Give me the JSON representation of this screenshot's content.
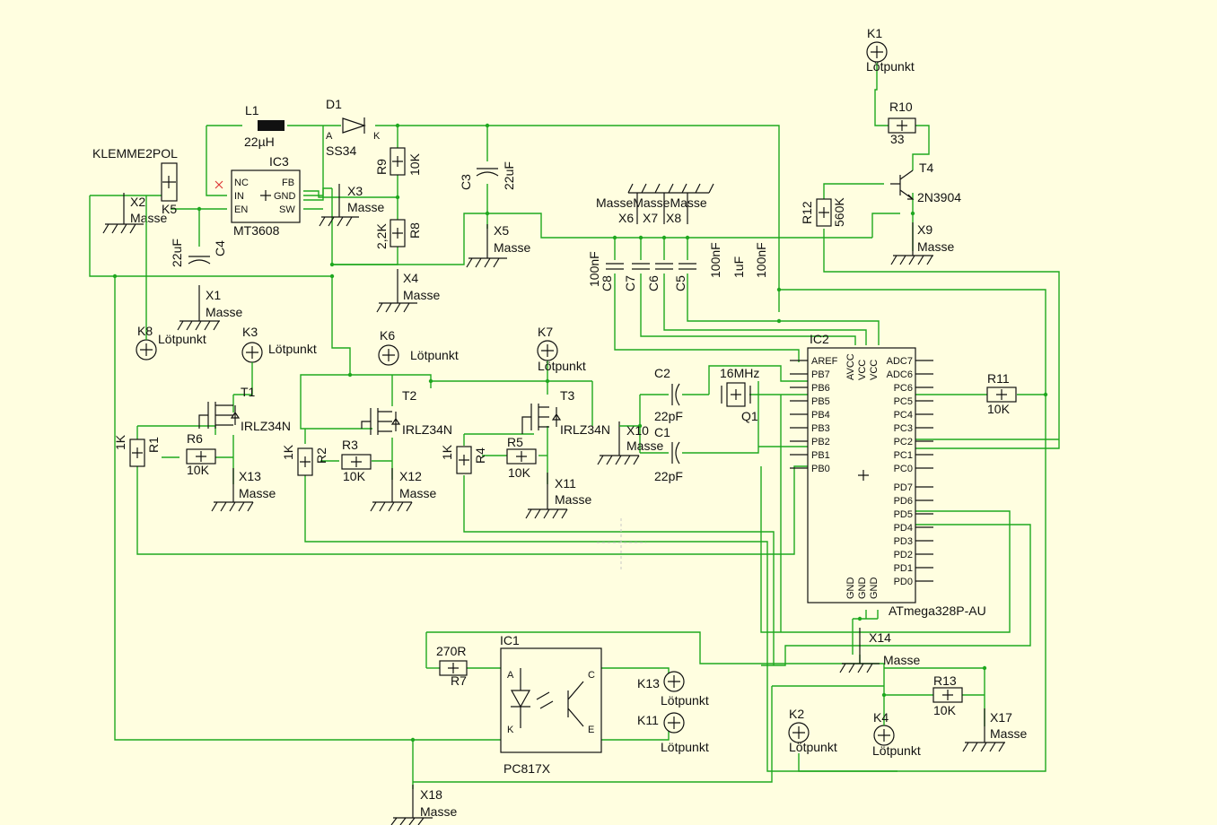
{
  "schematic": {
    "background": "#fffee0",
    "wire_color": "#1fa81f",
    "labels": {
      "klemme": "KLEMME2POL",
      "k5": "K5",
      "l1": "L1",
      "l1_val": "22µH",
      "d1": "D1",
      "d1_val": "SS34",
      "d1_a": "A",
      "d1_k": "K",
      "ic3": "IC3",
      "ic3_val": "MT3608",
      "ic3_nc": "NC",
      "ic3_in": "IN",
      "ic3_en": "EN",
      "ic3_fb": "FB",
      "ic3_gnd": "GND",
      "ic3_sw": "SW",
      "r9": "R9",
      "r9_val": "10K",
      "r8": "R8",
      "r8_val": "2,2K",
      "c3": "C3",
      "c3_val": "22uF",
      "c4": "C4",
      "c4_val": "22uF",
      "x1": "X1",
      "x2": "X2",
      "x3": "X3",
      "x4": "X4",
      "x5": "X5",
      "x6": "X6",
      "x7": "X7",
      "x8": "X8",
      "x9": "X9",
      "x10": "X10",
      "x11": "X11",
      "x12": "X12",
      "x13": "X13",
      "x14": "X14",
      "x17": "X17",
      "x18": "X18",
      "masse": "Masse",
      "masse3": "MasseMasseMasse",
      "c8": "C8",
      "c7": "C7",
      "c6": "C6",
      "c5": "C5",
      "c8_val": "100nF",
      "c7_val": "100nF",
      "c6_val": "1uF",
      "c5_val": "100nF",
      "k1": "K1",
      "k2": "K2",
      "k3": "K3",
      "k4": "K4",
      "k6": "K6",
      "k7": "K7",
      "k8": "K8",
      "k11": "K11",
      "k13": "K13",
      "lotpunkt": "Lötpunkt",
      "r10": "R10",
      "r10_val": "33",
      "t4": "T4",
      "t4_val": "2N3904",
      "r12": "R12",
      "r12_val": "560K",
      "t1": "T1",
      "t2": "T2",
      "t3": "T3",
      "irlz": "IRLZ34N",
      "r1": "R1",
      "r2": "R2",
      "r4": "R4",
      "r_1k": "1K",
      "r3": "R3",
      "r5": "R5",
      "r6": "R6",
      "r_10k": "10K",
      "c1": "C1",
      "c2": "C2",
      "c_22pf": "22pF",
      "q1": "Q1",
      "q1_val": "16MHz",
      "ic2": "IC2",
      "ic2_val": "ATmega328P-AU",
      "r11": "R11",
      "r11_val": "10K",
      "r13": "R13",
      "r13_val": "10K",
      "ic1": "IC1",
      "ic1_val": "PC817X",
      "r7": "R7",
      "r7_val": "270R",
      "opto_a": "A",
      "opto_k": "K",
      "opto_c": "C",
      "opto_e": "E"
    },
    "ic2_left_pins": [
      "AREF",
      "PB7",
      "PB6",
      "PB5",
      "PB4",
      "PB3",
      "PB2",
      "PB1",
      "PB0"
    ],
    "ic2_right_pins": [
      "ADC7",
      "ADC6",
      "PC6",
      "PC5",
      "PC4",
      "PC3",
      "PC2",
      "PC1",
      "PC0",
      "PD7",
      "PD6",
      "PD5",
      "PD4",
      "PD3",
      "PD2",
      "PD1",
      "PD0"
    ],
    "ic2_top_pins": [
      "AVCC",
      "VCC",
      "VCC"
    ],
    "ic2_bottom_pins": [
      "GND",
      "GND",
      "GND"
    ]
  }
}
